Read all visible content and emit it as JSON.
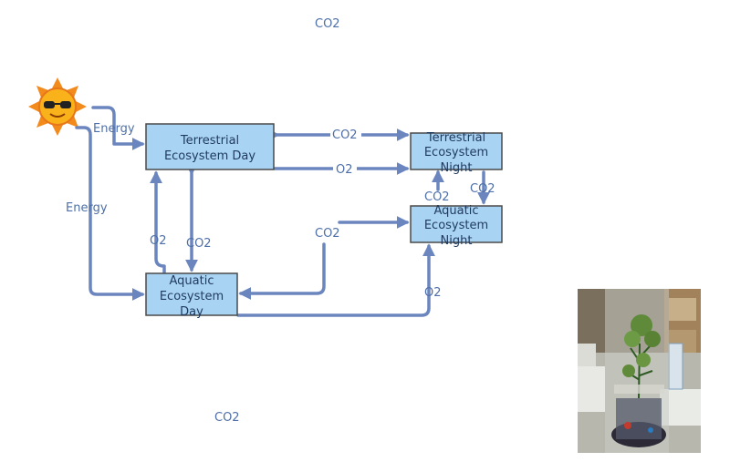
{
  "labels": {
    "top_co2": "CO2",
    "bottom_co2": "CO2",
    "energy_1": "Energy",
    "energy_2": "Energy",
    "co2_top_arrow": "CO2",
    "o2_mid_arrow": "O2",
    "co2_right_up": "CO2",
    "co2_right_down": "CO2",
    "o2_left_vertical": "O2",
    "co2_left_vertical": "CO2",
    "co2_mid": "CO2",
    "o2_bottom": "O2"
  },
  "boxes": {
    "terrestrial_day": [
      "Terrestrial",
      "Ecosystem Day"
    ],
    "terrestrial_night": [
      "Terrestrial",
      "Ecosystem",
      "Night"
    ],
    "aquatic_day": [
      "Aquatic",
      "Ecosystem",
      "Day"
    ],
    "aquatic_night": [
      "Aquatic",
      "Ecosystem",
      "Night"
    ]
  },
  "colors": {
    "arrow": "#6b86bf",
    "box_fill": "#a9d3f3",
    "label": "#4e6fa8"
  },
  "icons": {
    "sun": "sun-with-sunglasses-icon"
  }
}
